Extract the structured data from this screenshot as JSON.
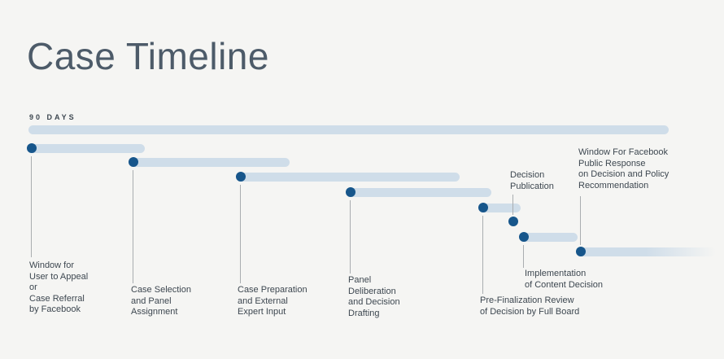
{
  "header": {
    "title": "Case Timeline",
    "duration_label": "90 DAYS"
  },
  "phases": [
    {
      "name": "user-appeal-window",
      "label": "Window for\nUser to Appeal\nor\nCase Referral\nby Facebook"
    },
    {
      "name": "case-selection",
      "label": "Case Selection\nand Panel\nAssignment"
    },
    {
      "name": "case-preparation",
      "label": "Case Preparation\nand External\nExpert Input"
    },
    {
      "name": "panel-deliberation",
      "label": "Panel\nDeliberation\nand Decision\nDrafting"
    },
    {
      "name": "pre-finalization-review",
      "label": "Pre-Finalization Review\nof Decision by Full Board"
    },
    {
      "name": "decision-publication",
      "label": "Decision\nPublication"
    },
    {
      "name": "implementation",
      "label": "Implementation\nof Content Decision"
    },
    {
      "name": "public-response-window",
      "label": "Window For Facebook\nPublic Response\non Decision and Policy\nRecommendation"
    }
  ],
  "colors": {
    "background": "#f5f5f3",
    "bar": "#cfdde9",
    "dot": "#17568b",
    "title": "#4d5b69",
    "text": "#3d4750",
    "connector": "#a9adb0"
  }
}
